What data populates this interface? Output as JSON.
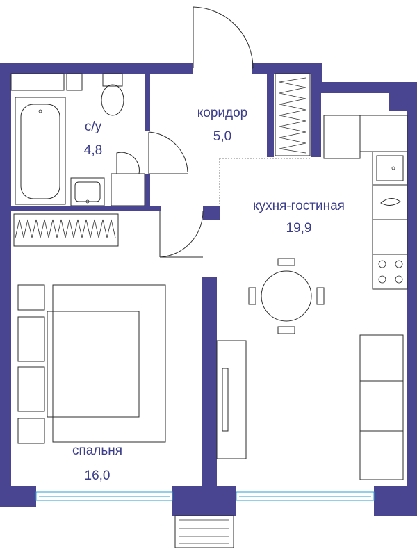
{
  "colors": {
    "wall": "#4a4590",
    "line": "#2b2b2b",
    "window": "#2a9fd6",
    "label": "#3b3c8a"
  },
  "rooms": [
    {
      "id": "bathroom",
      "name": "с/у",
      "area": "4,8"
    },
    {
      "id": "corridor",
      "name": "коридор",
      "area": "5,0"
    },
    {
      "id": "kitchen-living",
      "name": "кухня-гостиная",
      "area": "19,9"
    },
    {
      "id": "bedroom",
      "name": "спальня",
      "area": "16,0"
    }
  ]
}
